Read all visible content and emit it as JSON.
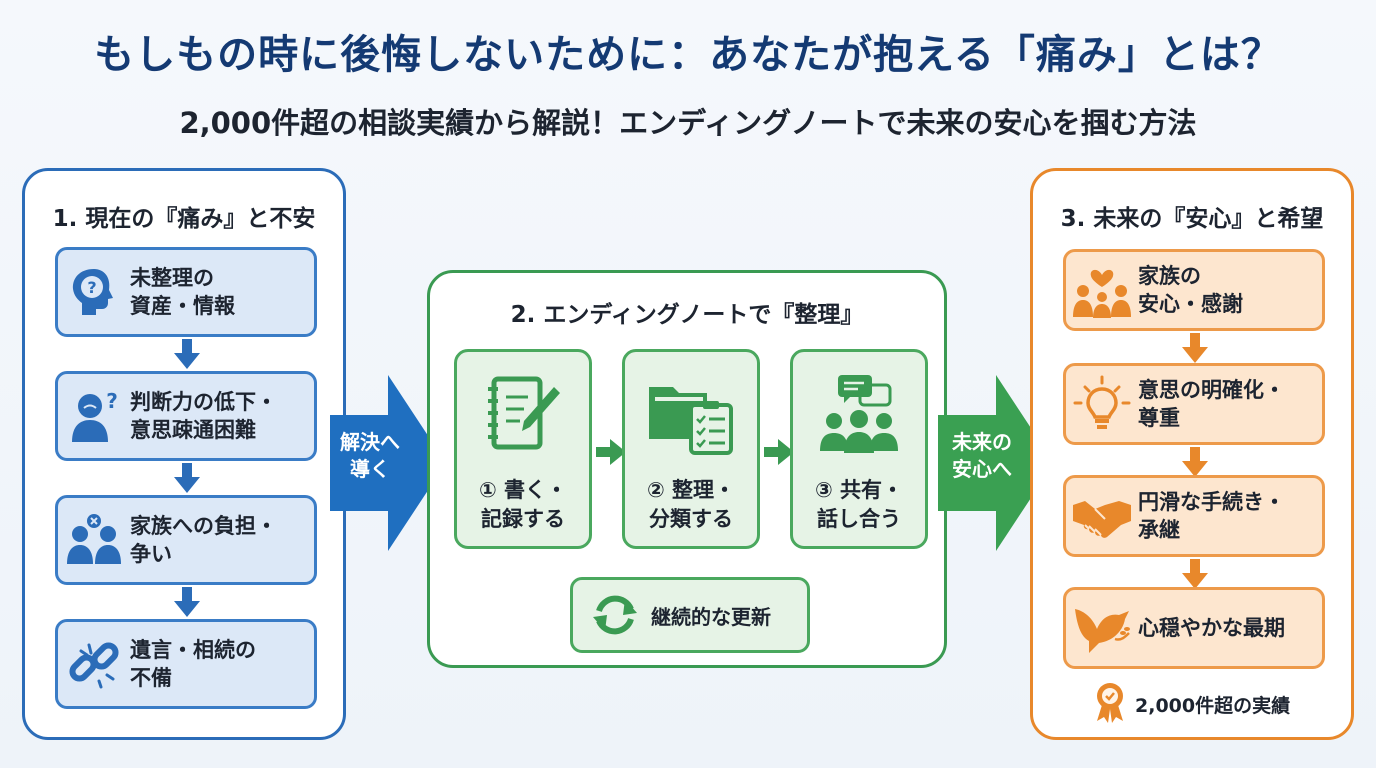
{
  "title": "もしもの時に後悔しないために：あなたが抱える「痛み」とは？",
  "subtitle": "2,000件超の相談実績から解説！エンディングノートで未来の安心を掴む方法",
  "left_panel": {
    "title": "1. 現在の『痛み』と不安",
    "items": [
      {
        "label": "未整理の\n資産・情報",
        "icon": "brain-question-icon"
      },
      {
        "label": "判断力の低下・\n意思疎通困難",
        "icon": "confused-person-icon"
      },
      {
        "label": "家族への負担・\n争い",
        "icon": "family-conflict-icon"
      },
      {
        "label": "遺言・相続の\n不備",
        "icon": "broken-link-icon"
      }
    ]
  },
  "arrow_left": {
    "label": "解決へ\n導く"
  },
  "mid_panel": {
    "title": "2. エンディングノートで『整理』",
    "steps": [
      {
        "label": "① 書く・\n記録する",
        "icon": "notebook-pen-icon"
      },
      {
        "label": "② 整理・\n分類する",
        "icon": "folder-checklist-icon"
      },
      {
        "label": "③ 共有・\n話し合う",
        "icon": "group-chat-icon"
      }
    ],
    "renew_label": "継続的な更新"
  },
  "arrow_right": {
    "label": "未来の\n安心へ"
  },
  "right_panel": {
    "title": "3. 未来の『安心』と希望",
    "items": [
      {
        "label": "家族の\n安心・感謝",
        "icon": "family-heart-icon"
      },
      {
        "label": "意思の明確化・\n尊重",
        "icon": "lightbulb-icon"
      },
      {
        "label": "円滑な手続き・\n承継",
        "icon": "handshake-icon"
      },
      {
        "label": "心穏やかな最期",
        "icon": "dove-icon"
      }
    ],
    "badge_label": "2,000件超の実績"
  },
  "colors": {
    "blue": "#2b6cb8",
    "green": "#3a9a52",
    "orange": "#e8882b",
    "title": "#143a73"
  }
}
